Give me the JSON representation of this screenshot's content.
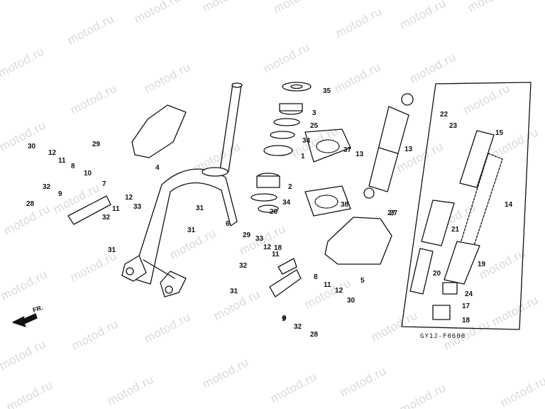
{
  "watermark": "motod.ru",
  "diagram": {
    "front_label": "FR.",
    "diagram_code": "GY1J-F0600",
    "callouts": [
      "35",
      "3",
      "25",
      "34",
      "1",
      "37",
      "13",
      "13",
      "22",
      "23",
      "15",
      "27",
      "4",
      "30",
      "29",
      "12",
      "11",
      "8",
      "10",
      "7",
      "28",
      "32",
      "9",
      "12",
      "11",
      "32",
      "33",
      "31",
      "31",
      "31",
      "6",
      "2",
      "34",
      "26",
      "38",
      "14",
      "27",
      "21",
      "29",
      "33",
      "32",
      "12",
      "11",
      "18",
      "19",
      "20",
      "5",
      "9",
      "31",
      "8",
      "11",
      "12",
      "30",
      "24",
      "17",
      "18",
      "9",
      "32",
      "28"
    ]
  }
}
